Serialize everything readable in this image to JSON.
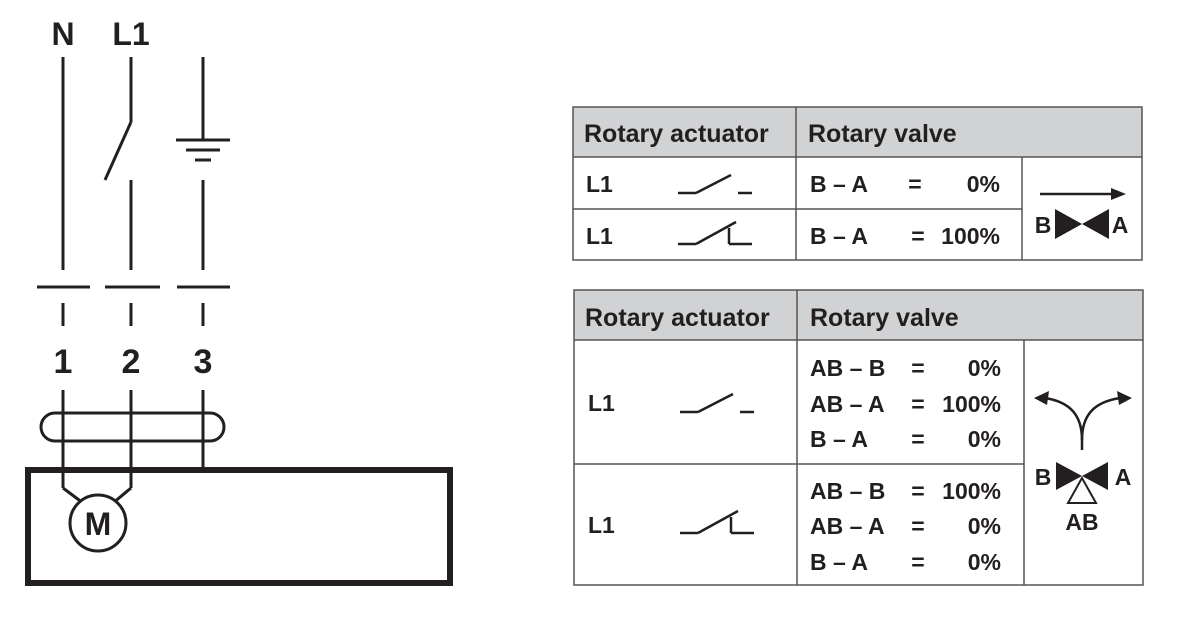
{
  "wiring": {
    "supply_labels": [
      "N",
      "L1"
    ],
    "terminal_labels": [
      "1",
      "2",
      "3"
    ],
    "motor_label": "M"
  },
  "table1": {
    "col1_header": "Rotary actuator",
    "col2_header": "Rotary valve",
    "rows": [
      {
        "input": "L1",
        "switch": "open-switch-icon",
        "equations": [
          {
            "lhs": "B – A",
            "eq": "=",
            "rhs": "0%"
          }
        ]
      },
      {
        "input": "L1",
        "switch": "closed-switch-icon",
        "equations": [
          {
            "lhs": "B – A",
            "eq": "=",
            "rhs": "100%"
          }
        ]
      }
    ],
    "valve_ports": {
      "left": "B",
      "right": "A"
    }
  },
  "table2": {
    "col1_header": "Rotary actuator",
    "col2_header": "Rotary valve",
    "rows": [
      {
        "input": "L1",
        "switch": "open-switch-icon",
        "equations": [
          {
            "lhs": "AB – B",
            "eq": "=",
            "rhs": "0%"
          },
          {
            "lhs": "AB – A",
            "eq": "=",
            "rhs": "100%"
          },
          {
            "lhs": "B – A",
            "eq": "=",
            "rhs": "0%"
          }
        ]
      },
      {
        "input": "L1",
        "switch": "closed-switch-icon",
        "equations": [
          {
            "lhs": "AB – B",
            "eq": "=",
            "rhs": "100%"
          },
          {
            "lhs": "AB – A",
            "eq": "=",
            "rhs": "0%"
          },
          {
            "lhs": "B – A",
            "eq": "=",
            "rhs": "0%"
          }
        ]
      }
    ],
    "valve_ports": {
      "left": "B",
      "right": "A",
      "bottom": "AB"
    }
  },
  "colors": {
    "line": "#231f20",
    "header_fill": "#d1d2d4",
    "table_border": "#555555"
  }
}
